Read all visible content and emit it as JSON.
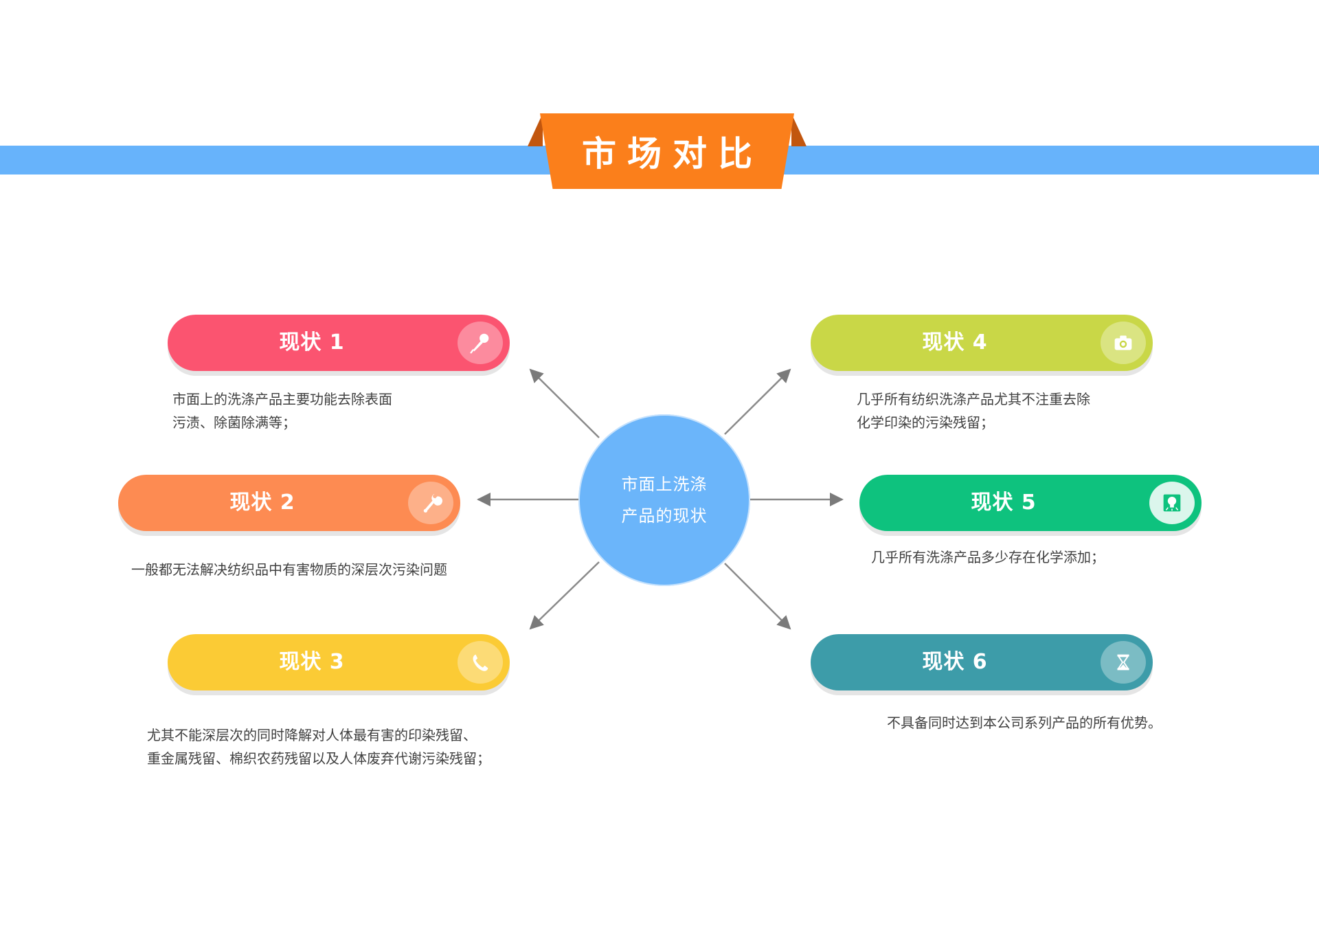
{
  "header": {
    "title": "市场对比"
  },
  "center": {
    "line1": "市面上洗涤",
    "line2": "产品的现状"
  },
  "items": [
    {
      "label": "现状 1",
      "color": "#fb5470",
      "icon": "microphone-icon",
      "desc": [
        "市面上的洗涤产品主要功能去除表面",
        "污渍、除菌除满等；"
      ]
    },
    {
      "label": "现状 2",
      "color": "#fd8b52",
      "icon": "wrench-icon",
      "desc": [
        "一般都无法解决纺织品中有害物质的深层次污染问题"
      ]
    },
    {
      "label": "现状 3",
      "color": "#fbcb35",
      "icon": "phone-icon",
      "desc": [
        "尤其不能深层次的同时降解对人体最有害的印染残留、",
        "重金属残留、棉织农药残留以及人体废弃代谢污染残留；"
      ]
    },
    {
      "label": "现状 4",
      "color": "#c9d747",
      "icon": "camera-icon",
      "desc": [
        "几乎所有纺织洗涤产品尤其不注重去除",
        "化学印染的污染残留；"
      ]
    },
    {
      "label": "现状 5",
      "color": "#0ec27e",
      "icon": "lightbulb-icon",
      "desc": [
        "几乎所有洗涤产品多少存在化学添加；"
      ]
    },
    {
      "label": "现状 6",
      "color": "#3d9ca9",
      "icon": "hourglass-icon",
      "desc": [
        "不具备同时达到本公司系列产品的所有优势。"
      ]
    }
  ]
}
